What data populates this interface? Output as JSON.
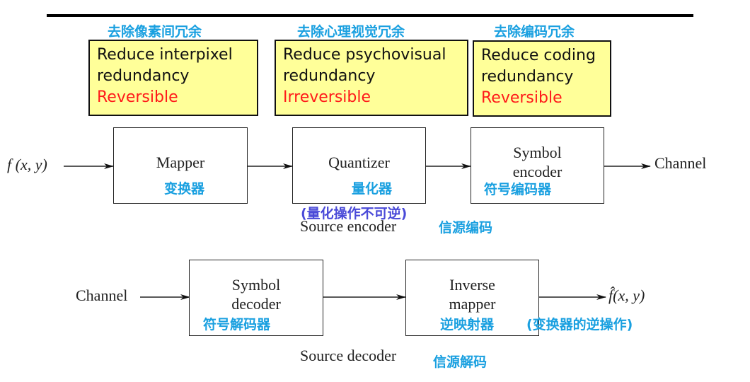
{
  "header_notes": [
    {
      "cn_title": "去除像素间冗余",
      "line1": "Reduce interpixel",
      "line2": "redundancy",
      "property": "Reversible"
    },
    {
      "cn_title": "去除心理视觉冗余",
      "line1": "Reduce psychovisual",
      "line2": "redundancy",
      "property": "Irreversible"
    },
    {
      "cn_title": "去除编码冗余",
      "line1": "Reduce coding",
      "line2": "redundancy",
      "property": "Reversible"
    }
  ],
  "encoder": {
    "input_label": "f (x, y)",
    "output_label": "Channel",
    "caption": "Source encoder",
    "caption_cn": "信源编码",
    "quantizer_note_cn": "(量化操作不可逆)",
    "blocks": [
      {
        "line1": "Mapper",
        "line2": "",
        "cn": "变换器"
      },
      {
        "line1": "Quantizer",
        "line2": "",
        "cn": "量化器"
      },
      {
        "line1": "Symbol",
        "line2": "encoder",
        "cn": "符号编码器"
      }
    ]
  },
  "decoder": {
    "input_label": "Channel",
    "output_label": "f̂(x, y)",
    "caption": "Source decoder",
    "caption_cn": "信源解码",
    "inverse_note_cn": "(变换器的逆操作)",
    "blocks": [
      {
        "line1": "Symbol",
        "line2": "decoder",
        "cn": "符号解码器"
      },
      {
        "line1": "Inverse",
        "line2": "mapper",
        "cn": "逆映射器"
      }
    ]
  },
  "colors": {
    "note_fill": "#ffff99",
    "cn_label": "#1aa0e0",
    "cn_note": "#4a4ad8",
    "property_red": "#ff1a1a"
  }
}
